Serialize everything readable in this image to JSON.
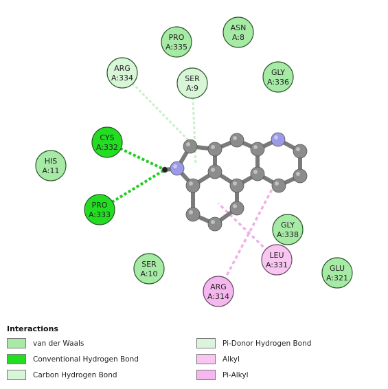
{
  "residues": [
    {
      "id": "pro335",
      "name": "PRO",
      "pos": "A:335",
      "type": "vdw"
    },
    {
      "id": "asn8",
      "name": "ASN",
      "pos": "A:8",
      "type": "vdw"
    },
    {
      "id": "arg334",
      "name": "ARG",
      "pos": "A:334",
      "type": "carbon_hb"
    },
    {
      "id": "ser9",
      "name": "SER",
      "pos": "A:9",
      "type": "carbon_hb"
    },
    {
      "id": "gly336",
      "name": "GLY",
      "pos": "A:336",
      "type": "vdw"
    },
    {
      "id": "cys332",
      "name": "CYS",
      "pos": "A:332",
      "type": "conventional_hb"
    },
    {
      "id": "his11",
      "name": "HIS",
      "pos": "A:11",
      "type": "vdw"
    },
    {
      "id": "pro333",
      "name": "PRO",
      "pos": "A:333",
      "type": "conventional_hb"
    },
    {
      "id": "gly338",
      "name": "GLY",
      "pos": "A:338",
      "type": "vdw"
    },
    {
      "id": "leu331",
      "name": "LEU",
      "pos": "A:331",
      "type": "alkyl"
    },
    {
      "id": "ser10",
      "name": "SER",
      "pos": "A:10",
      "type": "vdw"
    },
    {
      "id": "glu321",
      "name": "GLU",
      "pos": "A:321",
      "type": "vdw"
    },
    {
      "id": "arg314",
      "name": "ARG",
      "pos": "A:314",
      "type": "pi_alkyl"
    }
  ],
  "interactions": [
    {
      "residue": "cys332",
      "type": "conventional_hb"
    },
    {
      "residue": "pro333",
      "type": "conventional_hb"
    },
    {
      "residue": "arg334",
      "type": "carbon_hb"
    },
    {
      "residue": "ser9",
      "type": "carbon_hb"
    },
    {
      "residue": "leu331",
      "type": "alkyl"
    },
    {
      "residue": "arg314",
      "type": "pi_alkyl"
    }
  ],
  "colors": {
    "vdw": "#a6eaa6",
    "conventional_hb": "#22dd22",
    "carbon_hb": "#d8f5d8",
    "pi_donor_hb": "#dcf4dc",
    "alkyl": "#f8c6f1",
    "pi_alkyl": "#f4b7ee",
    "carbon_atom": "#8c8c8c",
    "nitrogen_atom": "#9a9ae8",
    "line_hb": "#22cc22",
    "line_carbon": "#c8f0c8",
    "line_alkyl": "#f0b0e8"
  },
  "legend": {
    "title": "Interactions",
    "items": [
      {
        "label": "van der Waals",
        "color": "#a6eaa6"
      },
      {
        "label": "Conventional Hydrogen Bond",
        "color": "#22dd22"
      },
      {
        "label": "Carbon Hydrogen Bond",
        "color": "#d8f5d8"
      },
      {
        "label": "Pi-Donor Hydrogen Bond",
        "color": "#dcf4dc"
      },
      {
        "label": "Alkyl",
        "color": "#f8c6f1"
      },
      {
        "label": "Pi-Alkyl",
        "color": "#f4b7ee"
      }
    ]
  }
}
